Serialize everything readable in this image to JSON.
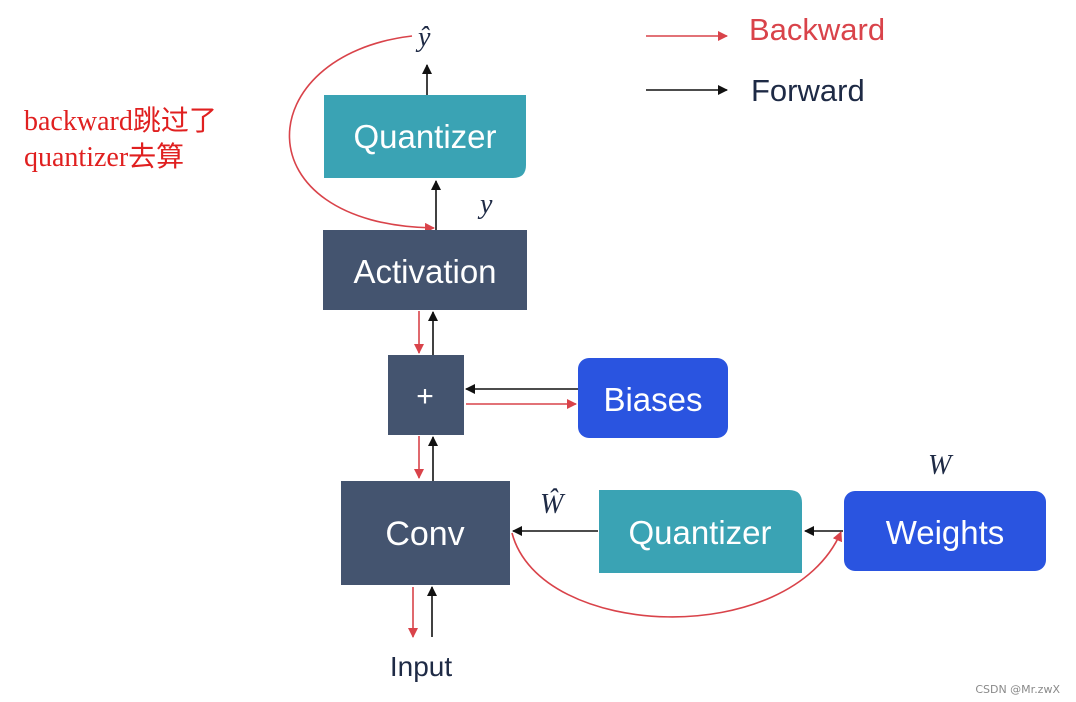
{
  "colors": {
    "box_dark": "#44546f",
    "box_teal": "#3aa3b4",
    "box_blue": "#2a54e0",
    "forward": "#111111",
    "backward": "#d9434a",
    "note": "#e02020"
  },
  "legend": {
    "backward": "Backward",
    "forward": "Forward"
  },
  "note": {
    "line1": "backward跳过了",
    "line2": "quantizer去算"
  },
  "nodes": {
    "quantizer_top": "Quantizer",
    "activation": "Activation",
    "add": "+",
    "biases": "Biases",
    "conv": "Conv",
    "quantizer_weights": "Quantizer",
    "weights": "Weights",
    "input": "Input"
  },
  "symbols": {
    "y_hat": "ŷ",
    "y": "y",
    "w_hat": "Ŵ",
    "w": "W"
  },
  "watermark": "CSDN @Mr.zwX"
}
